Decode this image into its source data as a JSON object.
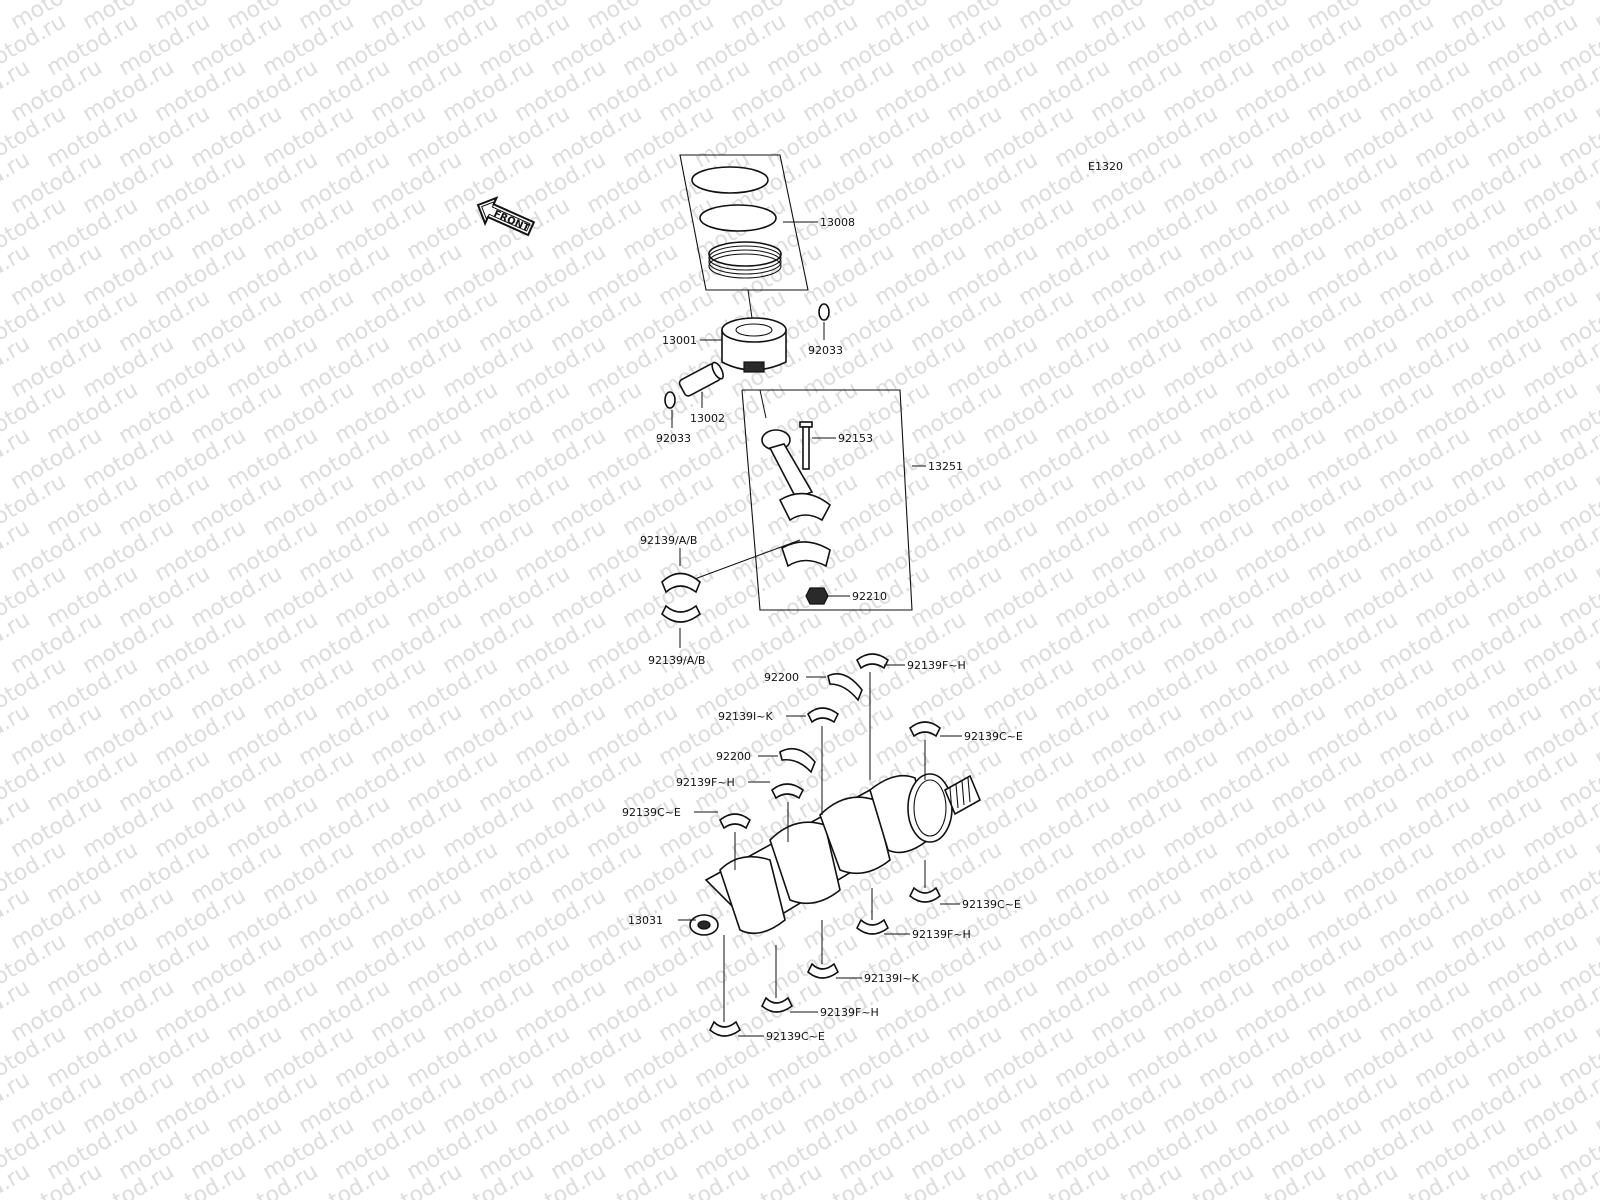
{
  "diagram_code": "E1320",
  "front_arrow": {
    "text": "FRONT",
    "icon": "front-arrow-icon"
  },
  "watermark": {
    "text": "motod.ru"
  },
  "callouts": {
    "piston_ring_set": "13008",
    "piston": "13001",
    "circlip_right": "92033",
    "piston_pin": "13002",
    "circlip_left": "92033",
    "con_rod_bolt": "92153",
    "con_rod_assy": "13251",
    "con_rod_bearing_upper": "92139/A/B",
    "con_rod_bearing_lower": "92139/A/B",
    "con_rod_nut": "92210",
    "main_bearing_f_h_top": "92139F~H",
    "thrust_washer_1": "92200",
    "main_bearing_i_k_top": "92139I~K",
    "main_bearing_c_e_right_top": "92139C~E",
    "thrust_washer_2": "92200",
    "main_bearing_f_h_mid": "92139F~H",
    "main_bearing_c_e_left": "92139C~E",
    "crankshaft": "13031",
    "main_bearing_c_e_right_bottom": "92139C~E",
    "main_bearing_f_h_right_bottom": "92139F~H",
    "main_bearing_i_k_bottom": "92139I~K",
    "main_bearing_f_h_bottom": "92139F~H",
    "main_bearing_c_e_bottom": "92139C~E"
  }
}
